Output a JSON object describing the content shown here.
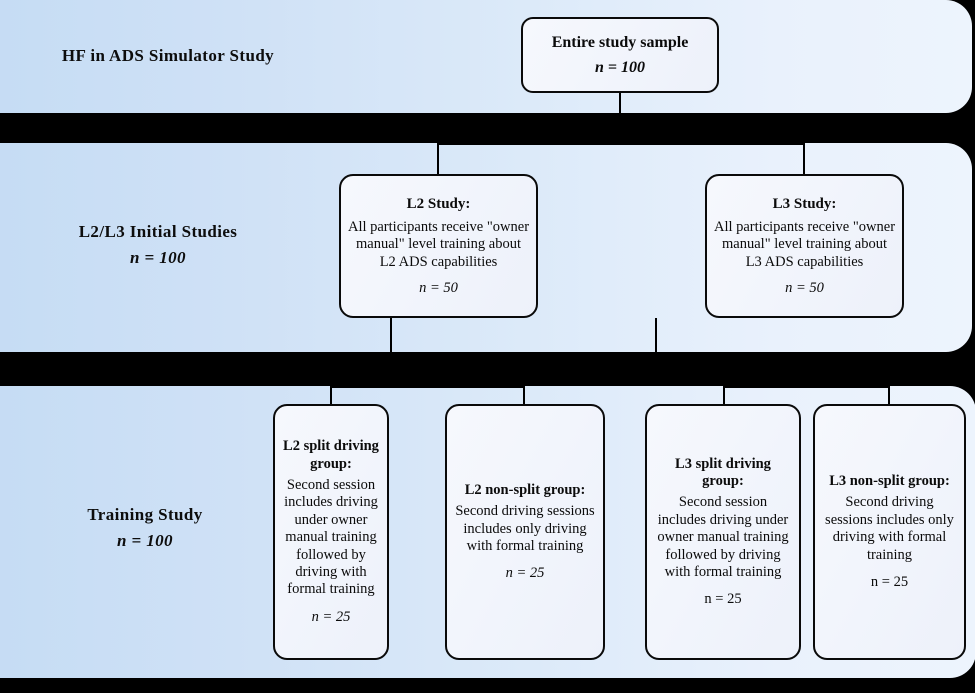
{
  "diagram": {
    "title": "HF in ADS Simulator Study flowchart",
    "band_fill_left": "#c5dcf4",
    "band_fill_right": "#edf4fd",
    "node_fill": "#f2f5fc",
    "line_color": "#000000",
    "background": "#000000"
  },
  "lanes": [
    {
      "label": "HF in ADS Simulator Study",
      "n": ""
    },
    {
      "label": "L2/L3 Initial  Studies",
      "n": "n = 100"
    },
    {
      "label": "Training  Study",
      "n": "n = 100"
    }
  ],
  "nodes": {
    "root": {
      "title": "Entire study sample",
      "n": "n = 100"
    },
    "studies": [
      {
        "title": "L2 Study:",
        "body": "All  participants  receive \"owner manual\"  level training  about L2  ADS capabilities",
        "n": "n = 50"
      },
      {
        "title": "L3 Study:",
        "body": "All  participants  receive \"owner manual\"  level training  about L3  ADS capabilities",
        "n": "n = 50"
      }
    ],
    "groups": [
      {
        "title": "L2 split driving group:",
        "body": "Second session includes  driving under  owner manual  training followed  by driving  with formal  training",
        "n": "n = 25",
        "n_italic": true
      },
      {
        "title": "L2 non-split group:",
        "body": "Second driving sessions includes only  driving  with formal  training",
        "n": "n = 25",
        "n_italic": true
      },
      {
        "title": "L3 split driving group:",
        "body": "Second session includes  driving under  owner manual  training followed  by driving  with formal  training",
        "n": "n = 25",
        "n_italic": false
      },
      {
        "title": "L3 non-split group:",
        "body": "Second driving sessions includes only  driving with  formal training",
        "n": "n = 25",
        "n_italic": false
      }
    ]
  }
}
